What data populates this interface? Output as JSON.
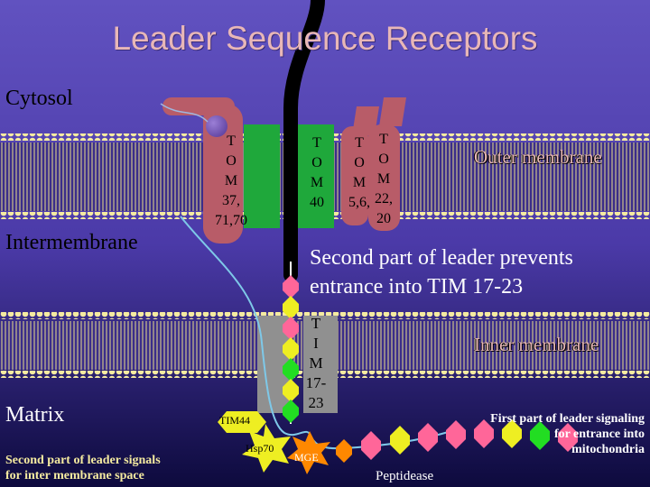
{
  "title": "Leader Sequence Receptors",
  "labels": {
    "cytosol": "Cytosol",
    "intermembrane": "Intermembrane",
    "matrix": "Matrix",
    "outer_membrane": "Outer membrane",
    "inner_membrane": "Inner membrane"
  },
  "proteins": {
    "tom37_70": [
      "T",
      "O",
      "M",
      "37,",
      "71,70"
    ],
    "tom40": [
      "T",
      "O",
      "M",
      "40"
    ],
    "tom56": [
      "T",
      "O",
      "M",
      "5,6,"
    ],
    "tom22_20": [
      "T",
      "O",
      "M",
      "22,",
      "20"
    ],
    "tim17_23": [
      "T",
      "I",
      "M",
      "17-",
      "23"
    ],
    "tim44": "TIM44",
    "hsp70": "Hsp70",
    "mge": "MGE",
    "peptidease": "Peptidease"
  },
  "notes": {
    "second_part_prevents": [
      "Second part of leader prevents",
      "entrance into TIM 17-23"
    ],
    "first_part": [
      "First part of leader signaling",
      "for entrance into",
      "mitochondria"
    ],
    "second_part_signals": [
      "Second part of leader signals",
      "for inter membrane space"
    ]
  },
  "colors": {
    "background_top": "#5a49b8",
    "background_bottom": "#0d0a3d",
    "membrane_head": "#F5EBA0",
    "tom_red": "#B85C68",
    "tom_green": "#1FA83B",
    "tim_grey": "#909090",
    "hex_pink": "#FF6699",
    "hex_yellow": "#EEEE22",
    "hex_green": "#22DD22",
    "hex_orange": "#FF8800"
  }
}
